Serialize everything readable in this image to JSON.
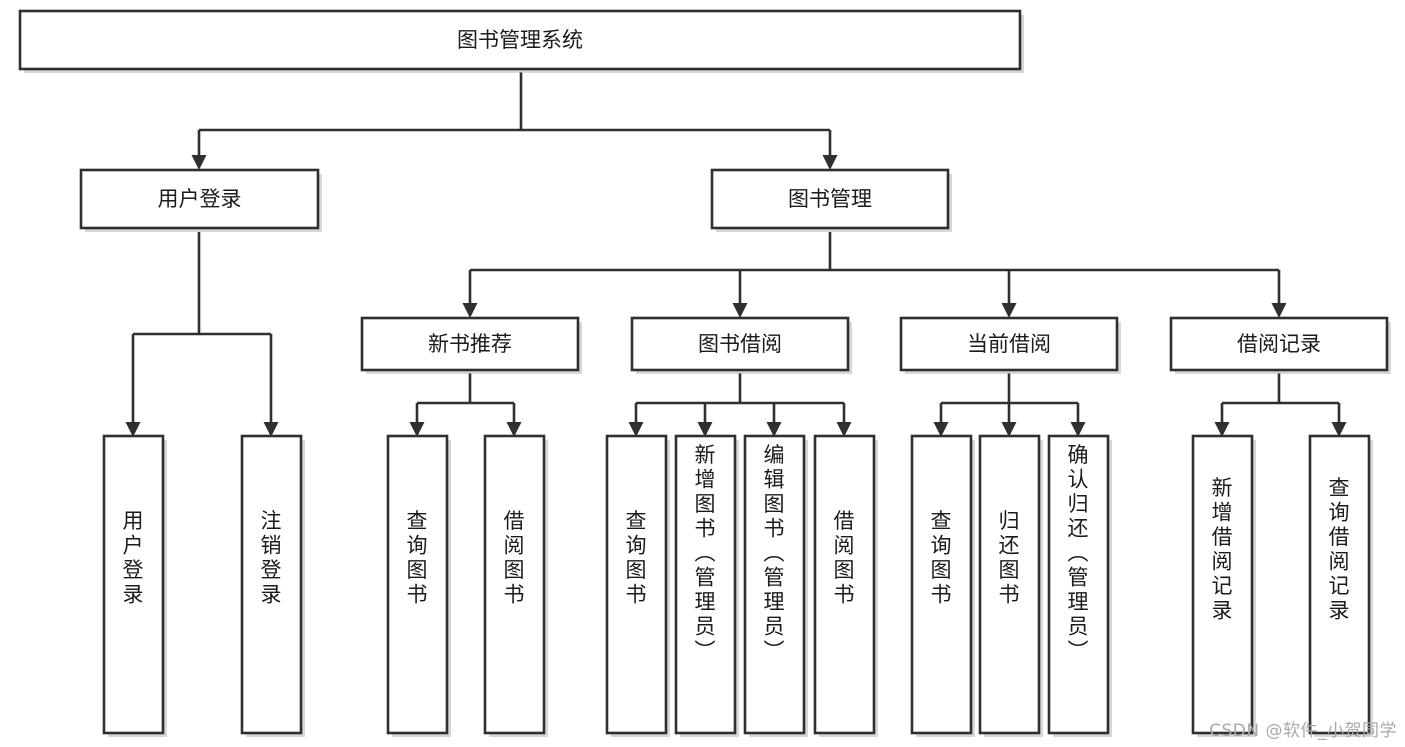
{
  "diagram": {
    "title": "图书管理系统",
    "type": "tree-hierarchy",
    "root": {
      "label": "图书管理系统"
    },
    "level2": [
      {
        "id": "user-login",
        "label": "用户登录"
      },
      {
        "id": "book-management",
        "label": "图书管理"
      }
    ],
    "level3": [
      {
        "id": "new-book-recommend",
        "label": "新书推荐",
        "parent": "book-management"
      },
      {
        "id": "book-borrow",
        "label": "图书借阅",
        "parent": "book-management"
      },
      {
        "id": "current-borrow",
        "label": "当前借阅",
        "parent": "book-management"
      },
      {
        "id": "borrow-record",
        "label": "借阅记录",
        "parent": "book-management"
      }
    ],
    "leaves": {
      "user-login": [
        {
          "id": "leaf-user-login",
          "label": "用户登录"
        },
        {
          "id": "leaf-logout-login",
          "label": "注销登录"
        }
      ],
      "new-book-recommend": [
        {
          "id": "leaf-query-book-1",
          "label": "查询图书"
        },
        {
          "id": "leaf-borrow-book-1",
          "label": "借阅图书"
        }
      ],
      "book-borrow": [
        {
          "id": "leaf-query-book-2",
          "label": "查询图书"
        },
        {
          "id": "leaf-add-book",
          "label": "新增图书（管理员）"
        },
        {
          "id": "leaf-edit-book",
          "label": "编辑图书（管理员）"
        },
        {
          "id": "leaf-borrow-book-2",
          "label": "借阅图书"
        }
      ],
      "current-borrow": [
        {
          "id": "leaf-query-book-3",
          "label": "查询图书"
        },
        {
          "id": "leaf-return-book",
          "label": "归还图书"
        },
        {
          "id": "leaf-confirm-return",
          "label": "确认归还（管理员）"
        }
      ],
      "borrow-record": [
        {
          "id": "leaf-add-record",
          "label": "新增借阅记录"
        },
        {
          "id": "leaf-query-record",
          "label": "查询借阅记录"
        }
      ]
    }
  },
  "watermark": {
    "text": "CSDN @软件_小贺同学"
  },
  "colors": {
    "stroke": "#2f2f2f",
    "fill": "#ffffff",
    "text": "#1b1b1b",
    "watermark": "#a9a9a9",
    "shadow": "#b8b8b8"
  }
}
